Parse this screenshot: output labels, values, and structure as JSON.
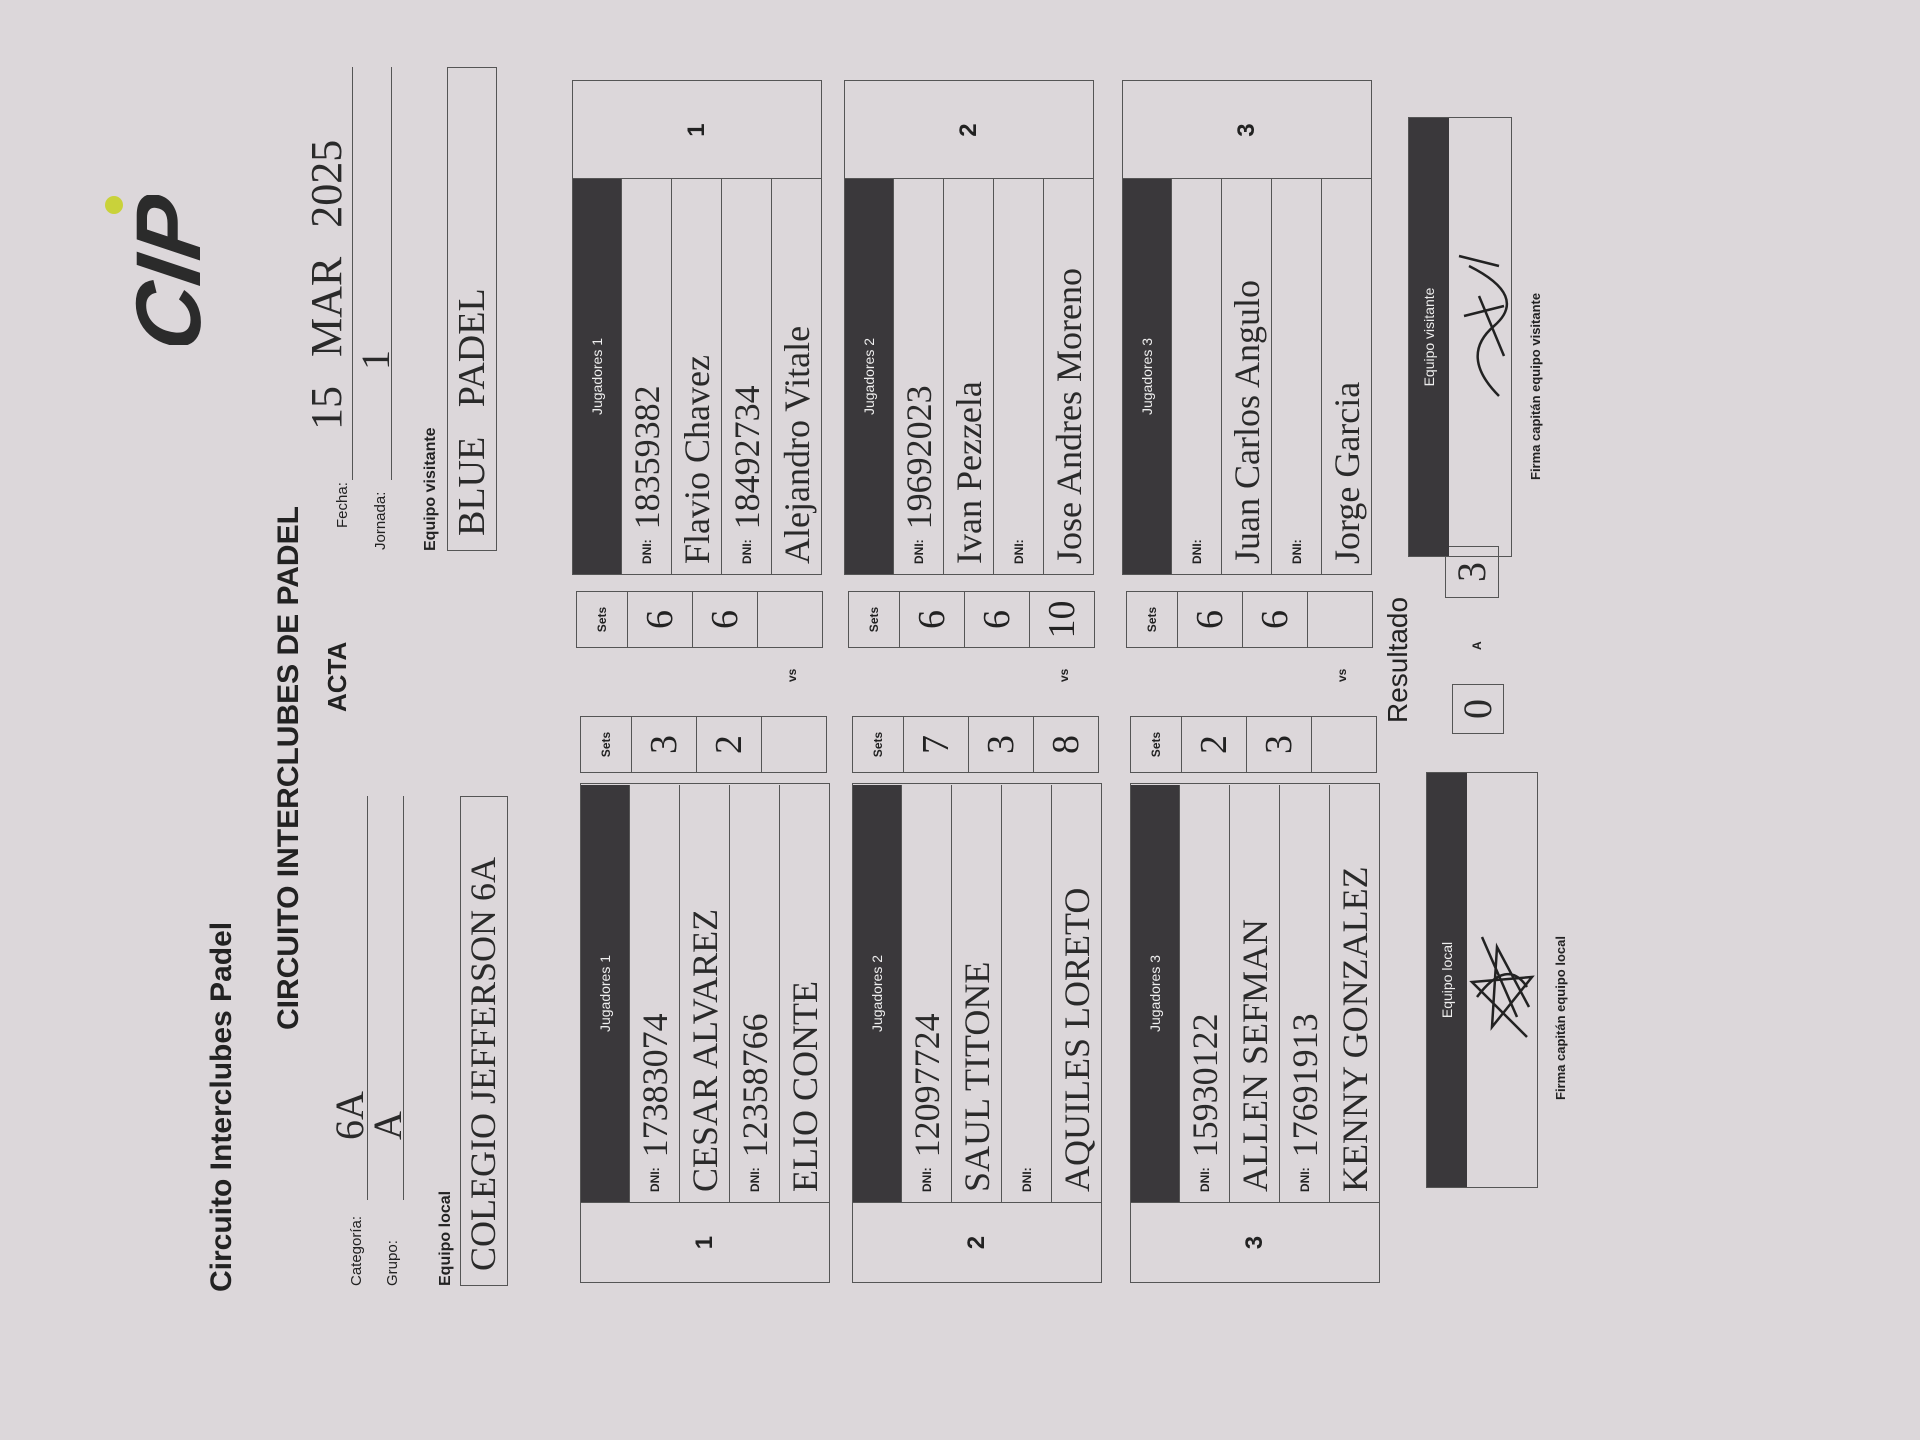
{
  "header": {
    "title": "Circuito Interclubes Padel",
    "subtitle": "CIRCUITO INTERCLUBES DE PADEL",
    "acta": "ACTA",
    "logo_text": "CIP"
  },
  "form": {
    "categoria": {
      "label": "Categoría:",
      "value": "6A"
    },
    "grupo": {
      "label": "Grupo:",
      "value": "A"
    },
    "equipo_local": {
      "label": "Equipo local",
      "value": "COLEGIO JEFFERSON 6A"
    },
    "fecha": {
      "label": "Fecha:",
      "value": "15 MAR 2025"
    },
    "jornada": {
      "label": "Jornada:",
      "value": "1"
    },
    "equipo_visitante": {
      "label": "Equipo visitante",
      "value": "BLUE PADEL"
    }
  },
  "labels": {
    "dni": "DNI:",
    "sets": "Sets",
    "vs": "vs"
  },
  "matches": [
    {
      "number": "1",
      "local": {
        "header": "Jugadores 1",
        "players": [
          {
            "dni": "17383074",
            "name": "CESAR ALVAREZ"
          },
          {
            "dni": "12358766",
            "name": "ELIO CONTE"
          }
        ],
        "sets": [
          "3",
          "2",
          ""
        ]
      },
      "visitor": {
        "header": "Jugadores 1",
        "players": [
          {
            "dni": "18359382",
            "name": "Flavio Chavez"
          },
          {
            "dni": "18492734",
            "name": "Alejandro Vitale"
          }
        ],
        "sets": [
          "6",
          "6",
          ""
        ]
      }
    },
    {
      "number": "2",
      "local": {
        "header": "Jugadores 2",
        "players": [
          {
            "dni": "12097724",
            "name": "SAUL TITONE"
          },
          {
            "dni": "",
            "name": "AQUILES LORETO"
          }
        ],
        "sets": [
          "7",
          "3",
          "8"
        ]
      },
      "visitor": {
        "header": "Jugadores 2",
        "players": [
          {
            "dni": "19692023",
            "name": "Ivan Pezzela"
          },
          {
            "dni": "",
            "name": "Jose Andres Moreno"
          }
        ],
        "sets": [
          "6",
          "6",
          "10"
        ]
      }
    },
    {
      "number": "3",
      "local": {
        "header": "Jugadores 3",
        "players": [
          {
            "dni": "15930122",
            "name": "ALLEN SEFMAN"
          },
          {
            "dni": "17691913",
            "name": "KENNY GONZALEZ"
          }
        ],
        "sets": [
          "2",
          "3",
          ""
        ]
      },
      "visitor": {
        "header": "Jugadores 3",
        "players": [
          {
            "dni": "",
            "name": "Juan Carlos Angulo"
          },
          {
            "dni": "",
            "name": "Jorge Garcia"
          }
        ],
        "sets": [
          "6",
          "6",
          ""
        ]
      }
    }
  ],
  "resultado": {
    "label": "Resultado",
    "local": "0",
    "separator": "A",
    "visitor": "3"
  },
  "signatures": {
    "local": {
      "header": "Equipo local",
      "caption": "Firma capitán equipo local"
    },
    "visitor": {
      "header": "Equipo visitante",
      "caption": "Firma capitán equipo visitante"
    }
  }
}
